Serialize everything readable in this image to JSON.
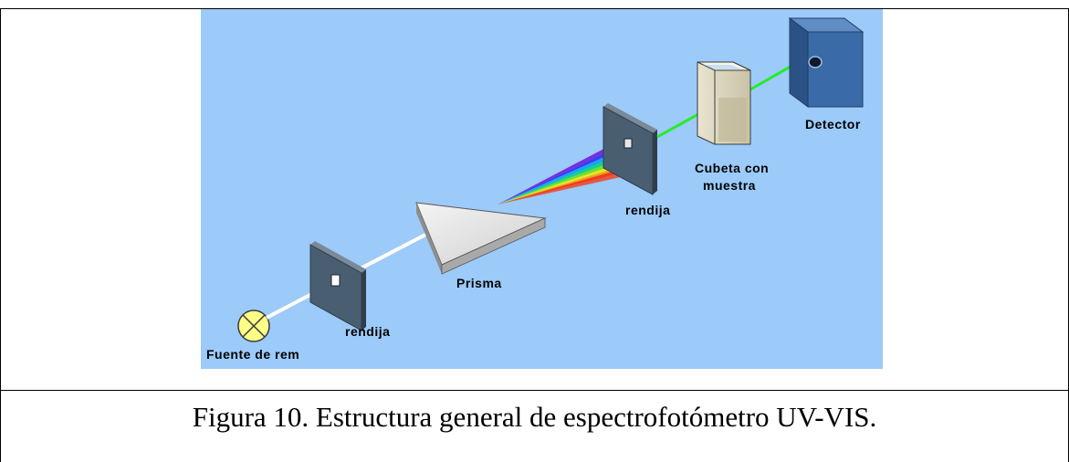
{
  "diagram": {
    "labels": {
      "source": "Fuente de rem",
      "slit1": "rendija",
      "prism": "Prisma",
      "slit2": "rendija",
      "cuvette_line1": "Cubeta con",
      "cuvette_line2": "muestra",
      "detector": "Detector"
    },
    "colors": {
      "background": "#9ccaf9",
      "beam_white": "#ffffff",
      "beam_green": "#22ee22",
      "slit_plate": "#4a5e72",
      "detector_box": "#3a6aa8",
      "lamp": "#ffff88"
    }
  },
  "caption": {
    "text": "Figura 10. Estructura general de espectrofotómetro UV-VIS."
  }
}
